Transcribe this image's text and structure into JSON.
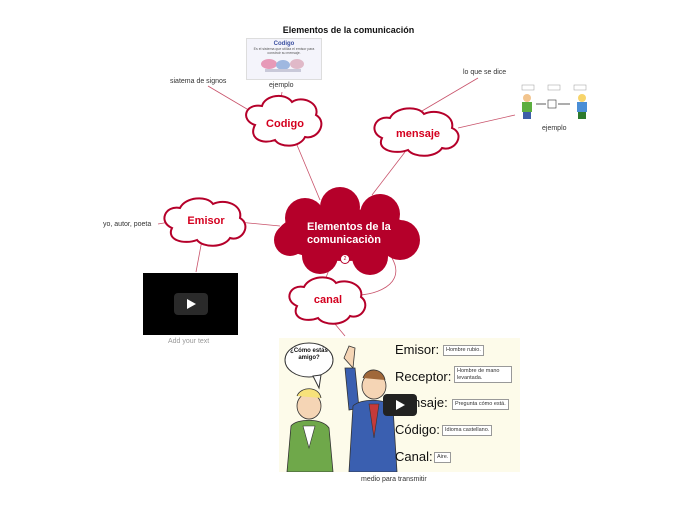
{
  "title": "Elementos de la comunicación",
  "nodes": {
    "center": {
      "label_line1": "Elementos de la",
      "label_line2": "comunicaciòn",
      "badge": "2"
    },
    "codigo": {
      "label": "Codigo"
    },
    "mensaje": {
      "label": "mensaje"
    },
    "emisor": {
      "label": "Emisor"
    },
    "canal": {
      "label": "canal"
    }
  },
  "labels": {
    "codigo_sistema": "siatema de signos",
    "codigo_ejemplo": "ejemplo",
    "mensaje_loquese": "lo que se dice",
    "mensaje_ejemplo": "ejemplo",
    "emisor_yo": "yo, autor, poeta",
    "emisor_add": "Add your text",
    "canal_medio": "medio para transmitir"
  },
  "codigo_image": {
    "heading": "Codigo",
    "caption": "Es el sistema que utiliza el emisor para construir su mensaje."
  },
  "canal_image": {
    "bubble": "¿Cómo estás amigo?",
    "rows": [
      {
        "term": "Emisor:",
        "value": "Hombre rubio."
      },
      {
        "term": "Receptor:",
        "value": "Hombre de mano levantada."
      },
      {
        "term": "Mensaje:",
        "value": "Pregunta cómo está."
      },
      {
        "term": "Código:",
        "value": "Idioma castellano."
      },
      {
        "term": "Canal:",
        "value": "Aire."
      }
    ]
  },
  "colors": {
    "node_fill": "#b5002a",
    "node_text": "#d4001f",
    "link": "#c8526a"
  }
}
